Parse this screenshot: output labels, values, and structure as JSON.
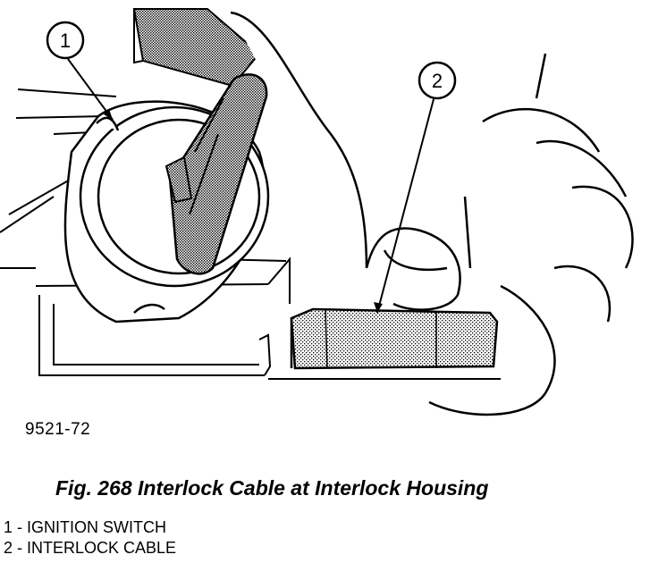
{
  "figure": {
    "ref_code": "9521-72",
    "caption": "Fig. 268 Interlock Cable at Interlock Housing",
    "callouts": [
      {
        "number": "1"
      },
      {
        "number": "2"
      }
    ],
    "legend": [
      {
        "text": "1 - IGNITION SWITCH"
      },
      {
        "text": "2 - INTERLOCK CABLE"
      }
    ],
    "colors": {
      "ink": "#000000",
      "paper": "#ffffff",
      "shade": "#8a8a8a"
    }
  }
}
